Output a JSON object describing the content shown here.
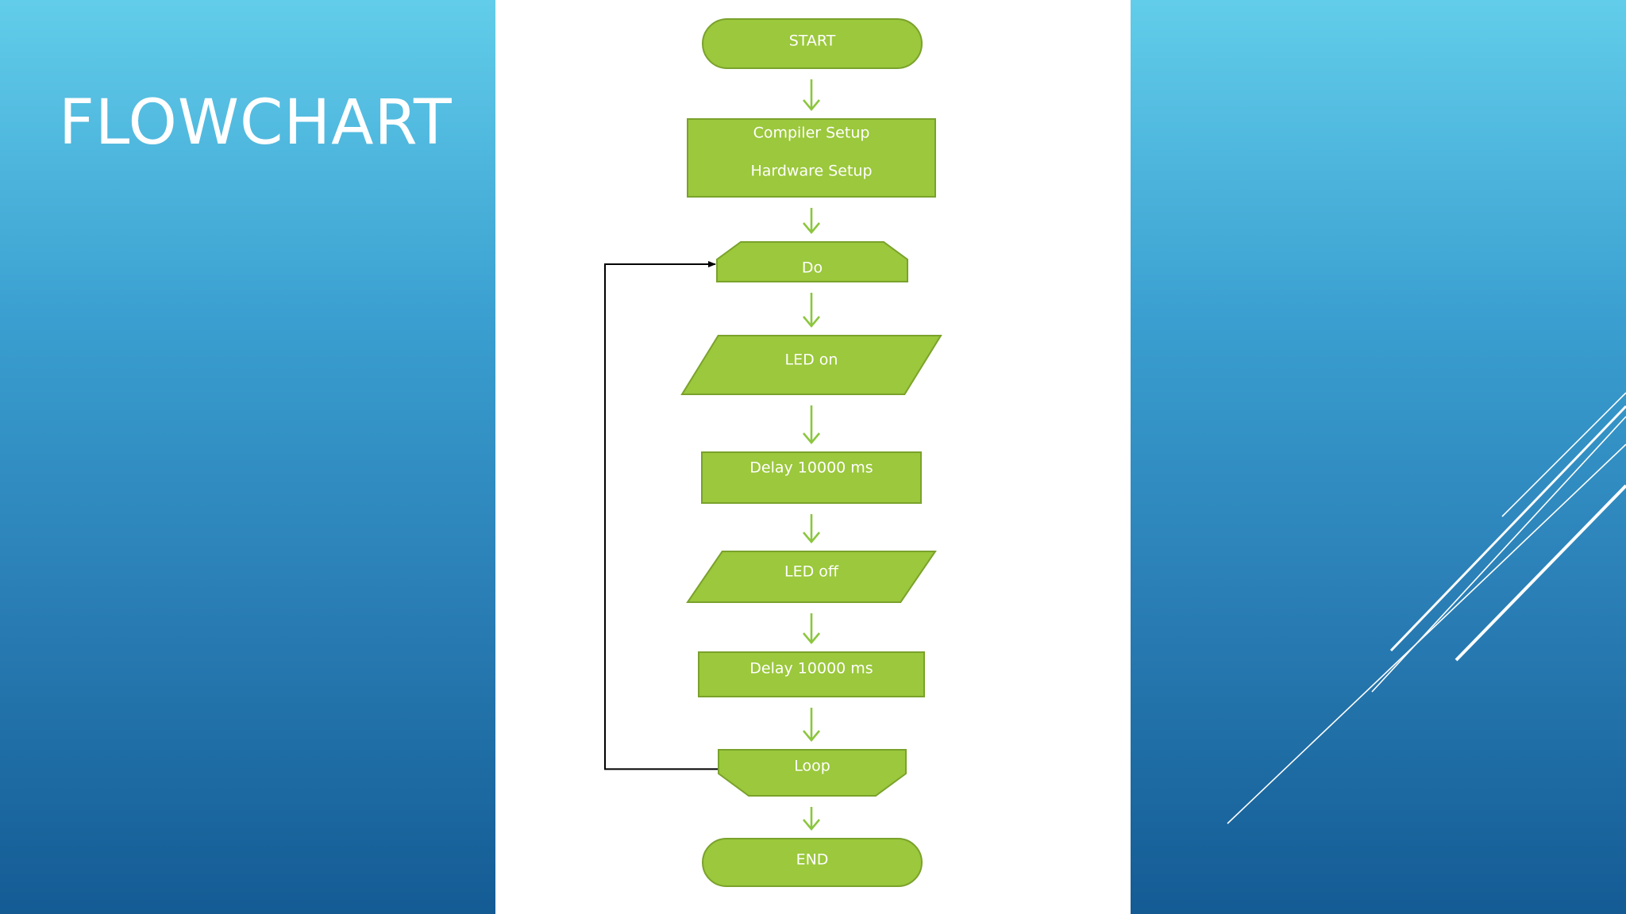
{
  "slide": {
    "title": "FLOWCHART"
  },
  "flowchart": {
    "nodes": [
      {
        "id": "start",
        "shape": "terminator",
        "lines": [
          "START"
        ]
      },
      {
        "id": "setup",
        "shape": "process",
        "lines": [
          "Compiler Setup",
          "Hardware Setup"
        ]
      },
      {
        "id": "do",
        "shape": "loop-start",
        "lines": [
          "Do"
        ]
      },
      {
        "id": "led-on",
        "shape": "io",
        "lines": [
          "LED on"
        ]
      },
      {
        "id": "delay-1",
        "shape": "process",
        "lines": [
          "Delay 10000 ms"
        ]
      },
      {
        "id": "led-off",
        "shape": "io",
        "lines": [
          "LED off"
        ]
      },
      {
        "id": "delay-2",
        "shape": "process",
        "lines": [
          "Delay 10000 ms"
        ]
      },
      {
        "id": "loop",
        "shape": "loop-end",
        "lines": [
          "Loop"
        ]
      },
      {
        "id": "end",
        "shape": "terminator",
        "lines": [
          "END"
        ]
      }
    ],
    "edges": [
      {
        "from": "start",
        "to": "setup"
      },
      {
        "from": "setup",
        "to": "do"
      },
      {
        "from": "do",
        "to": "led-on"
      },
      {
        "from": "led-on",
        "to": "delay-1"
      },
      {
        "from": "delay-1",
        "to": "led-off"
      },
      {
        "from": "led-off",
        "to": "delay-2"
      },
      {
        "from": "delay-2",
        "to": "loop"
      },
      {
        "from": "loop",
        "to": "end"
      },
      {
        "from": "loop",
        "to": "do",
        "style": "feedback"
      }
    ],
    "colors": {
      "fill": "#9bc83c",
      "stroke": "#7aa22b",
      "arrow": "#8cc63f",
      "feedback": "#000000",
      "text": "#ffffff"
    }
  }
}
